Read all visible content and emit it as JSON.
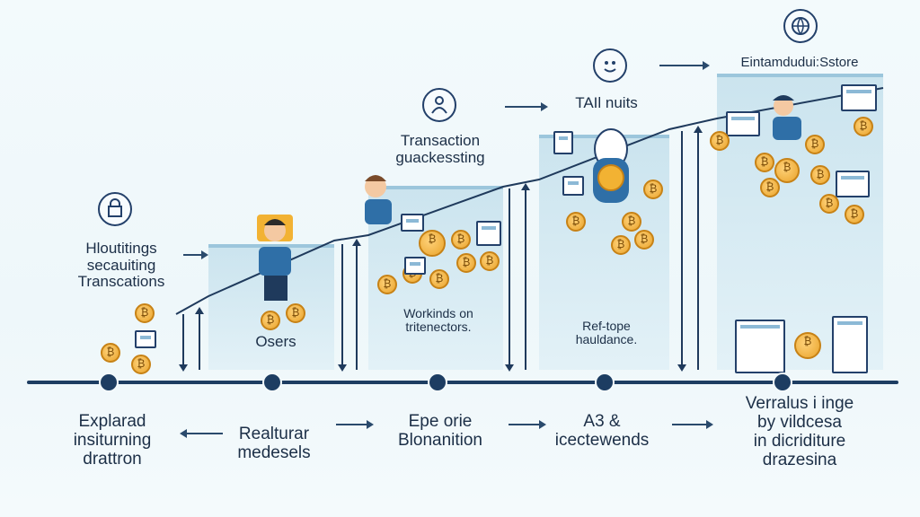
{
  "diagram": {
    "top_labels": [
      {
        "id": "step1",
        "text": "Hloutitings\nsecauiting\nTranscations"
      },
      {
        "id": "step2",
        "text": "Transaction\nguackessting"
      },
      {
        "id": "step3",
        "text": "TAIl nuits"
      },
      {
        "id": "step4",
        "text": "Eintamdudui:Sstore"
      }
    ],
    "inner_labels": [
      {
        "id": "p1",
        "text": "Osers"
      },
      {
        "id": "p2",
        "text": "Workinds on\ntritenectors."
      },
      {
        "id": "p3",
        "text": "Ref-tope\nhauldance."
      }
    ],
    "bottom_labels": [
      {
        "id": "b1",
        "text": "Explarad\ninsiturning\ndrattron"
      },
      {
        "id": "b2",
        "text": "Realturar\nmedesels"
      },
      {
        "id": "b3",
        "text": "Epe orie\nBlonanition"
      },
      {
        "id": "b4",
        "text": "A3 &\nicectewends"
      },
      {
        "id": "b5",
        "text": "Verralus i inge\nby vildcesa\nin dicriditure\ndrazesina"
      }
    ],
    "icons": [
      "safe-lock-icon",
      "user-badge-icon",
      "face-icon",
      "globe-icon"
    ],
    "colors": {
      "accent": "#1d3d62",
      "coin": "#e9a32a",
      "panel": "#cfe6ef"
    }
  }
}
